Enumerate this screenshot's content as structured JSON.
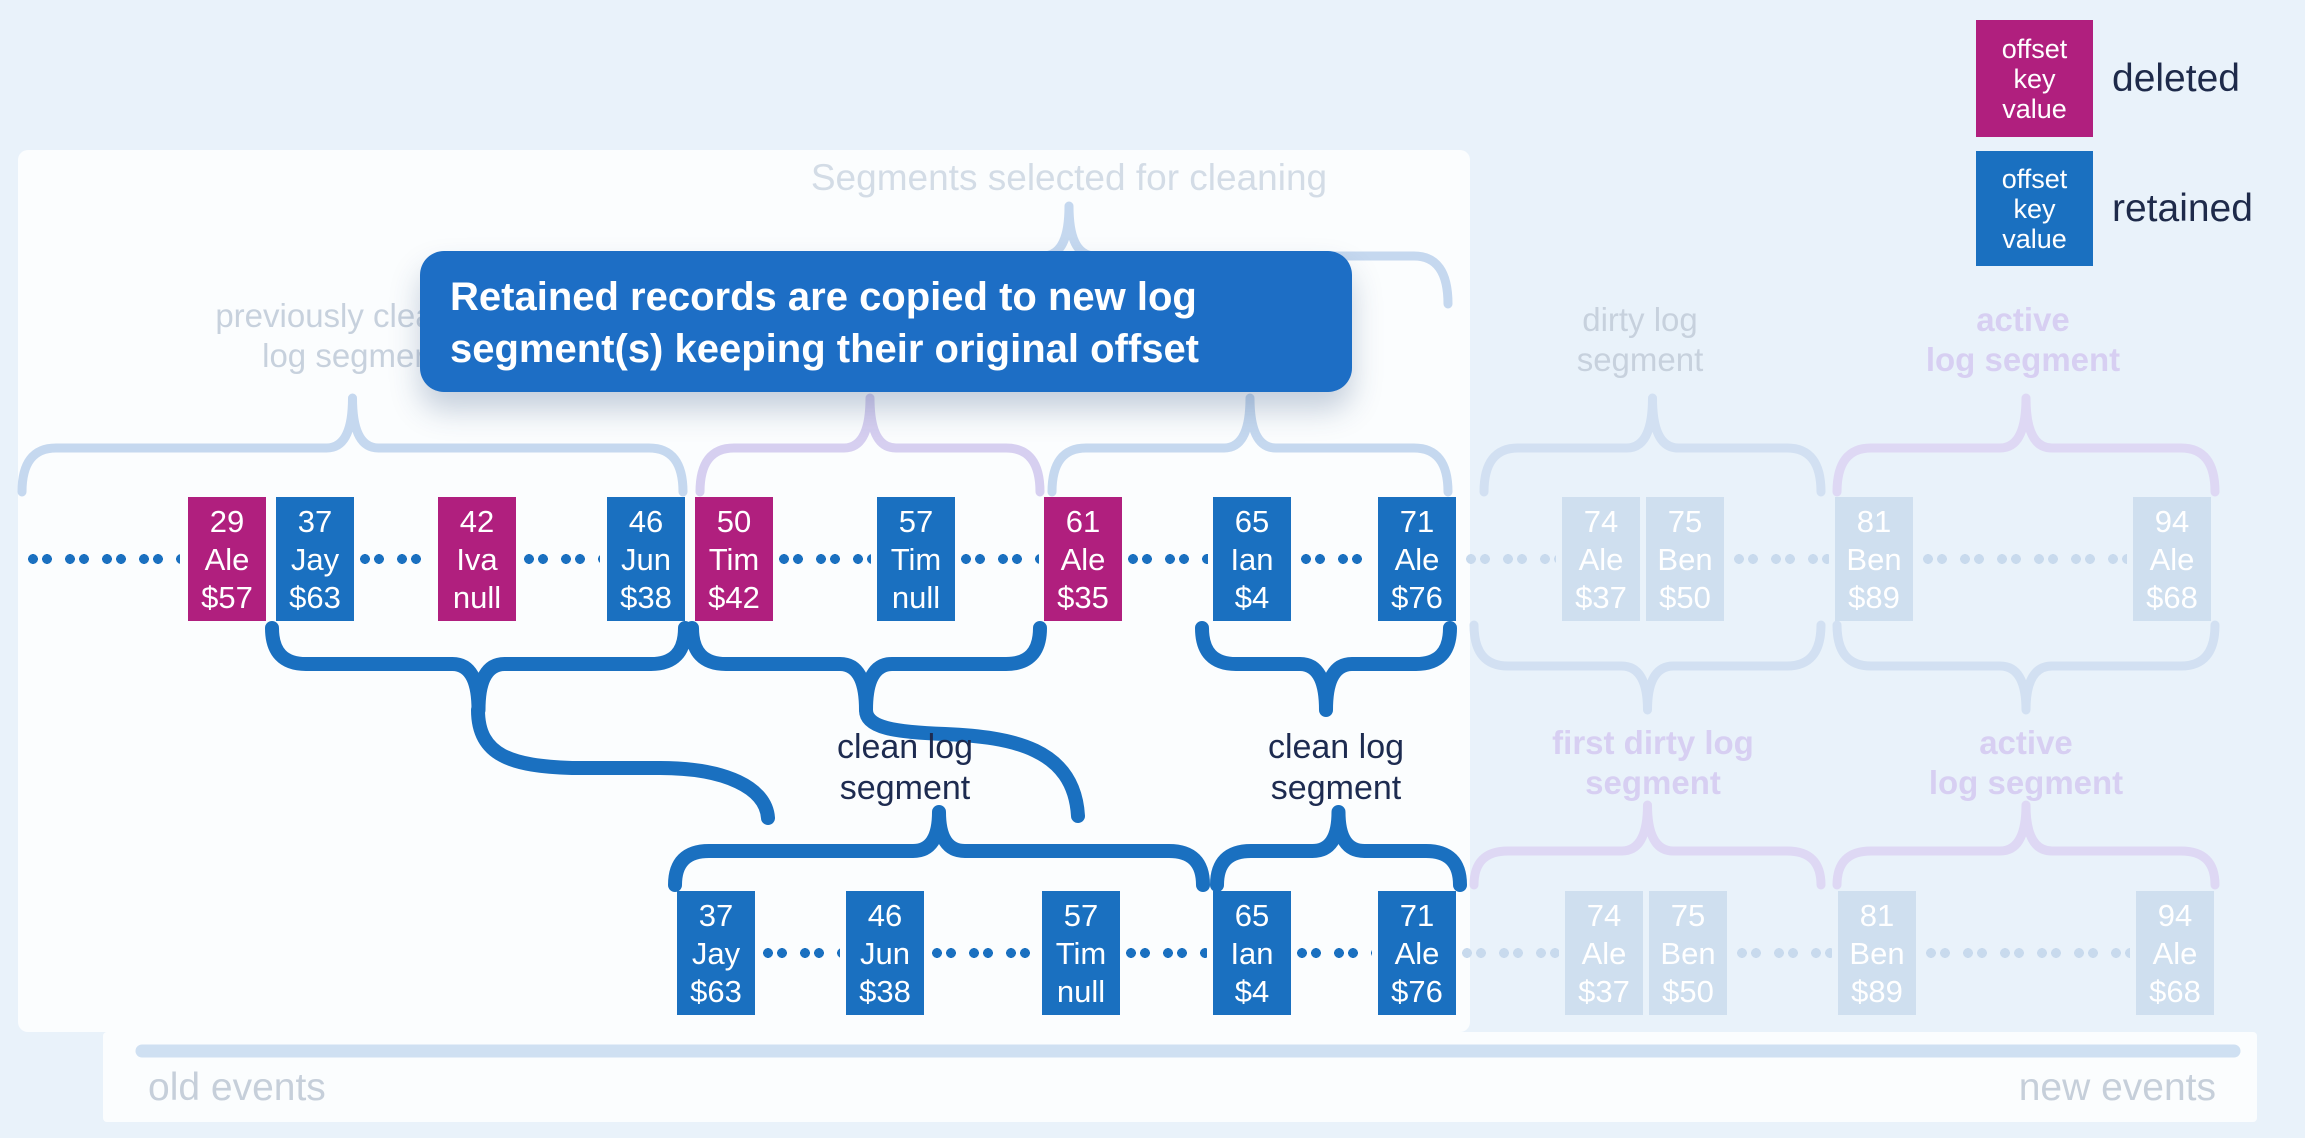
{
  "colors": {
    "background": "#e9f2fa",
    "deleted": "#b01f7e",
    "retained": "#1a70c0",
    "faded_record": "#cfdfef",
    "navy_text": "#1d2b50",
    "callout_background": "#1d6ec5"
  },
  "legend": {
    "deleted": {
      "lines": [
        "offset",
        "key",
        "value"
      ],
      "label": "deleted"
    },
    "retained": {
      "lines": [
        "offset",
        "key",
        "value"
      ],
      "label": "retained"
    }
  },
  "callout": {
    "line1": "Retained records are copied to new log",
    "line2": "segment(s) keeping their original offset"
  },
  "labels": {
    "segments_selected": "Segments selected for cleaning",
    "previously_cleaned": {
      "line1": "previously cleaned",
      "line2": "log segment"
    },
    "dirty": {
      "line1": "dirty log",
      "line2": "segment"
    },
    "active_top": {
      "line1": "active",
      "line2": "log segment"
    },
    "clean": {
      "line1": "clean log",
      "line2": "segment"
    },
    "first_dirty": {
      "line1": "first dirty log",
      "line2": "segment"
    },
    "active_bottom": {
      "line1": "active",
      "line2": "log segment"
    },
    "old_events": "old events",
    "new_events": "new events"
  },
  "records": {
    "top": [
      {
        "offset": "29",
        "key": "Ale",
        "value": "$57",
        "status": "deleted"
      },
      {
        "offset": "37",
        "key": "Jay",
        "value": "$63",
        "status": "retained"
      },
      {
        "offset": "42",
        "key": "Iva",
        "value": "null",
        "status": "deleted"
      },
      {
        "offset": "46",
        "key": "Jun",
        "value": "$38",
        "status": "retained"
      },
      {
        "offset": "50",
        "key": "Tim",
        "value": "$42",
        "status": "deleted"
      },
      {
        "offset": "57",
        "key": "Tim",
        "value": "null",
        "status": "retained"
      },
      {
        "offset": "61",
        "key": "Ale",
        "value": "$35",
        "status": "deleted"
      },
      {
        "offset": "65",
        "key": "Ian",
        "value": "$4",
        "status": "retained"
      },
      {
        "offset": "71",
        "key": "Ale",
        "value": "$76",
        "status": "retained"
      }
    ],
    "top_faded": [
      {
        "offset": "74",
        "key": "Ale",
        "value": "$37",
        "status": "future"
      },
      {
        "offset": "75",
        "key": "Ben",
        "value": "$50",
        "status": "future"
      },
      {
        "offset": "81",
        "key": "Ben",
        "value": "$89",
        "status": "future"
      },
      {
        "offset": "94",
        "key": "Ale",
        "value": "$68",
        "status": "future"
      }
    ],
    "bottom": [
      {
        "offset": "37",
        "key": "Jay",
        "value": "$63",
        "status": "retained"
      },
      {
        "offset": "46",
        "key": "Jun",
        "value": "$38",
        "status": "retained"
      },
      {
        "offset": "57",
        "key": "Tim",
        "value": "null",
        "status": "retained"
      },
      {
        "offset": "65",
        "key": "Ian",
        "value": "$4",
        "status": "retained"
      },
      {
        "offset": "71",
        "key": "Ale",
        "value": "$76",
        "status": "retained"
      }
    ],
    "bottom_faded": [
      {
        "offset": "74",
        "key": "Ale",
        "value": "$37",
        "status": "future"
      },
      {
        "offset": "75",
        "key": "Ben",
        "value": "$50",
        "status": "future"
      },
      {
        "offset": "81",
        "key": "Ben",
        "value": "$89",
        "status": "future"
      },
      {
        "offset": "94",
        "key": "Ale",
        "value": "$68",
        "status": "future"
      }
    ]
  }
}
